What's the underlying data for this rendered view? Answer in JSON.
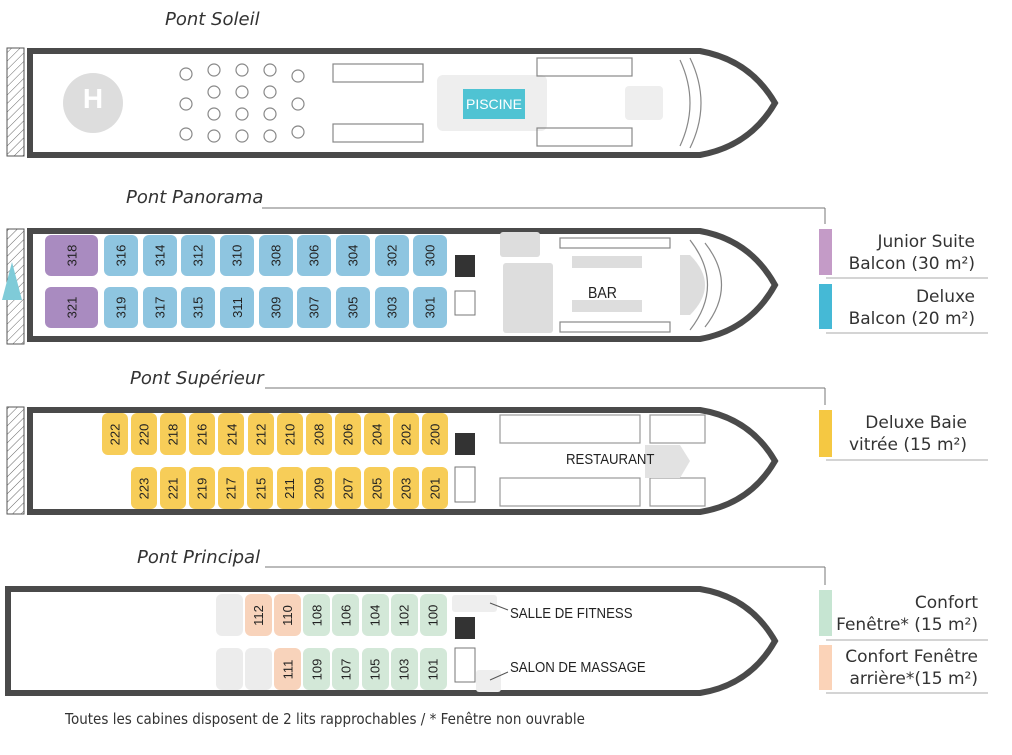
{
  "decks": {
    "soleil": {
      "title": "Pont Soleil",
      "pool": "PISCINE",
      "helipad": "H"
    },
    "panorama": {
      "title": "Pont Panorama",
      "bar": "BAR",
      "top_row": [
        "318",
        "316",
        "314",
        "312",
        "310",
        "308",
        "306",
        "304",
        "302",
        "300"
      ],
      "bottom_row": [
        "321",
        "319",
        "317",
        "315",
        "311",
        "309",
        "307",
        "305",
        "303",
        "301"
      ]
    },
    "superieur": {
      "title": "Pont Supérieur",
      "restaurant": "RESTAURANT",
      "top_row": [
        "222",
        "220",
        "218",
        "216",
        "214",
        "212",
        "210",
        "208",
        "206",
        "204",
        "202",
        "200"
      ],
      "bottom_row": [
        "223",
        "221",
        "219",
        "217",
        "215",
        "211",
        "209",
        "207",
        "205",
        "203",
        "201"
      ]
    },
    "principal": {
      "title": "Pont Principal",
      "fitness": "SALLE DE FITNESS",
      "massage": "SALON DE MASSAGE",
      "top_row": [
        "",
        "112",
        "110",
        "108",
        "106",
        "104",
        "102",
        "100"
      ],
      "bottom_row": [
        "",
        "",
        "111",
        "109",
        "107",
        "105",
        "103",
        "101"
      ]
    }
  },
  "legend": {
    "junior": {
      "line1": "Junior Suite",
      "line2": "Balcon (30 m²)",
      "color": "#c49bc7"
    },
    "deluxe_balcon": {
      "line1": "Deluxe",
      "line2": "Balcon (20 m²)",
      "color": "#45b9d6"
    },
    "deluxe_baie": {
      "line1": "Deluxe Baie",
      "line2": "vitrée (15 m²)",
      "color": "#f5c842"
    },
    "confort": {
      "line1": "Confort",
      "line2": "Fenêtre* (15 m²)",
      "color": "#c6e5d2"
    },
    "confort_arriere": {
      "line1": "Confort Fenêtre",
      "line2": "arrière*(15 m²)",
      "color": "#fbd3b8"
    }
  },
  "colors": {
    "junior_cabin": "#a98bc0",
    "deluxe_cabin": "#8ec5e0",
    "baie_cabin": "#f7cd58",
    "confort_cabin": "#d3e8d8",
    "arriere_cabin": "#f8d3bb",
    "empty_cabin": "#ececec",
    "hull": "#4a4a4a"
  },
  "footnote": "Toutes les cabines disposent de 2 lits rapprochables  /  * Fenêtre non ouvrable"
}
